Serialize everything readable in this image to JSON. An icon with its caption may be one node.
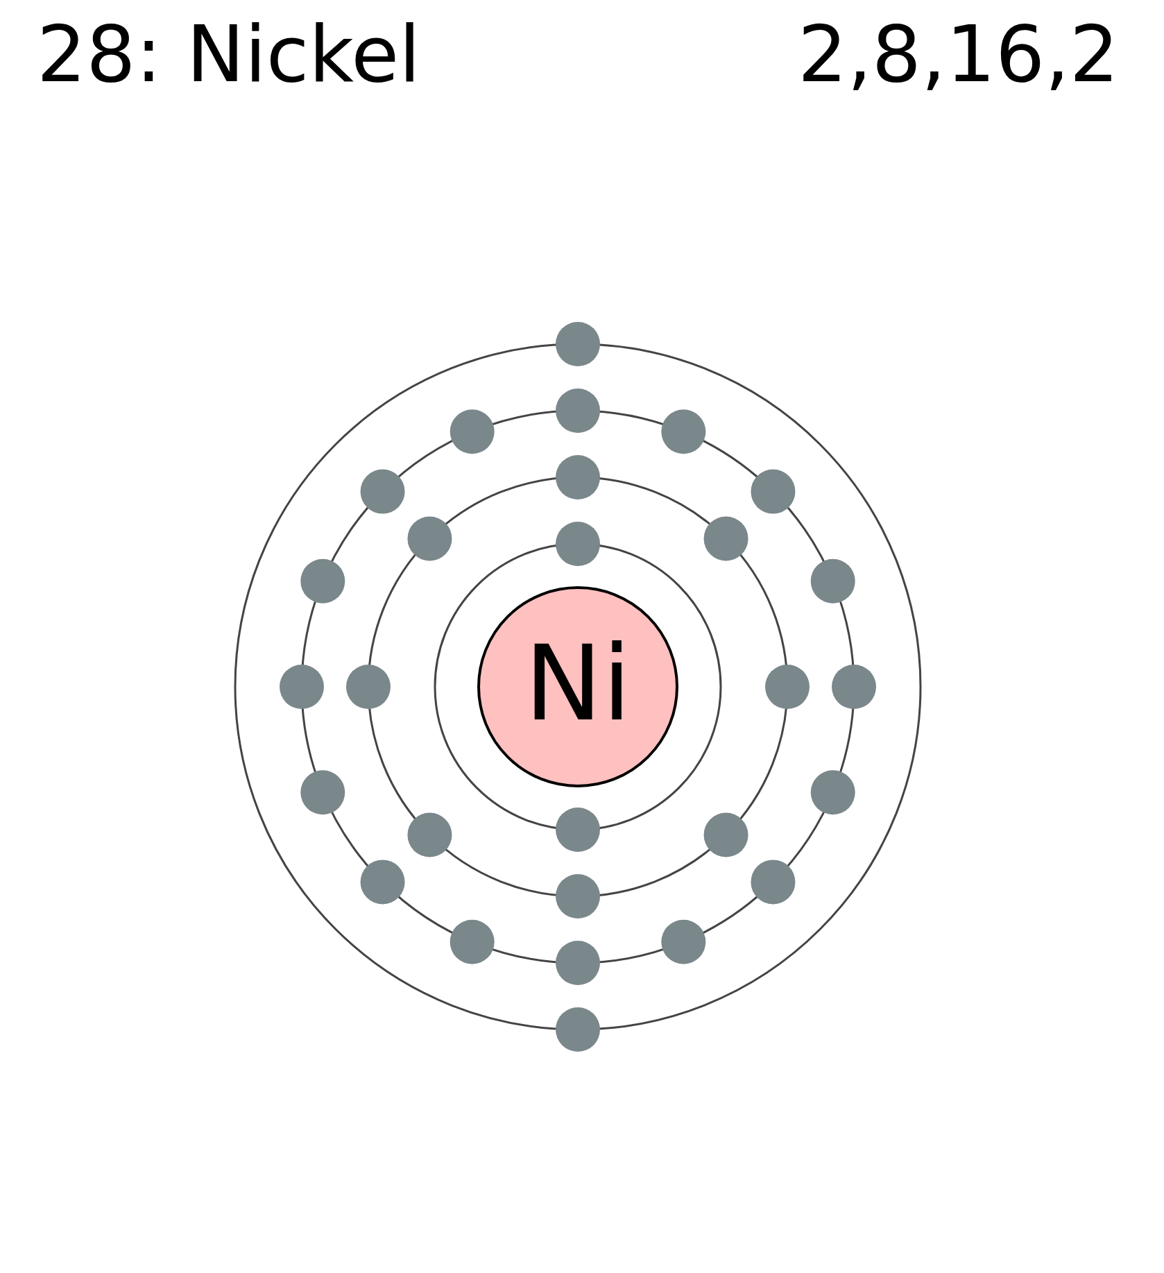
{
  "diagram": {
    "title": "28: Nickel",
    "nodes": [
      {
        "text": [
          "Ni"
        ]
      }
    ],
    "edges": [],
    "labels": [
      "2,8,16,2"
    ]
  }
}
